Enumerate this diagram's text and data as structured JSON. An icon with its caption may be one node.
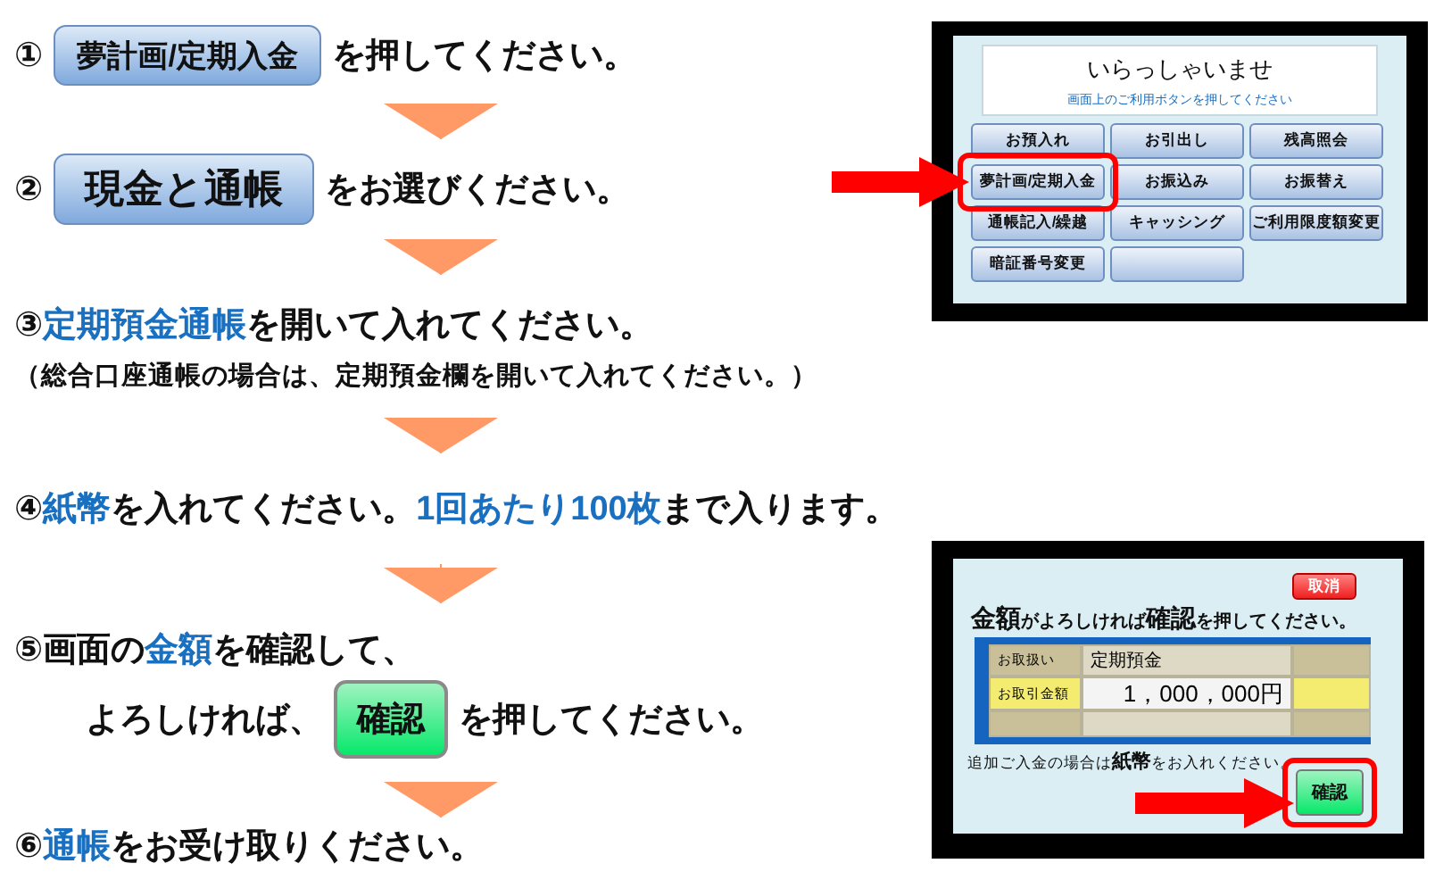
{
  "diagram": {
    "nodes": [
      {
        "text": [
          "①",
          "を押してください。"
        ]
      },
      {
        "text": [
          "夢計画/定期入金"
        ],
        "in": 0
      },
      {
        "text": [
          "②",
          "をお選びください。"
        ]
      },
      {
        "text": [
          "現金と通帳"
        ],
        "in": 2
      },
      {
        "text": [
          "③**定期預金通帳**を開いて入れてください。",
          "（総合口座通帳の場合は、定期預金欄を開いて入れてください。）"
        ]
      },
      {
        "text": [
          "④**紙幣**を入れてください。**1回あたり100枚**まで入ります。"
        ]
      },
      {
        "text": [
          "⑤画面の**金額**を確認して、",
          "よろしければ、",
          "を押してください。"
        ]
      },
      {
        "text": [
          "確認"
        ],
        "in": 6
      },
      {
        "text": [
          "⑥**通帳**をお受け取りください。"
        ]
      },
      {
        "text": [
          "いらっしゃいませ",
          "画面上のご利用ボタンを押してください"
        ]
      },
      {
        "text": [
          "お預入れ"
        ],
        "in": 9
      },
      {
        "text": [
          "お引出し"
        ],
        "in": 9
      },
      {
        "text": [
          "残高照会"
        ],
        "in": 9
      },
      {
        "text": [
          "夢計画/定期入金"
        ],
        "in": 9
      },
      {
        "text": [
          "お振込み"
        ],
        "in": 9
      },
      {
        "text": [
          "お振替え"
        ],
        "in": 9
      },
      {
        "text": [
          "通帳記入/繰越"
        ],
        "in": 9
      },
      {
        "text": [
          "キャッシング"
        ],
        "in": 9
      },
      {
        "text": [
          "ご利用限度額変更"
        ],
        "in": 9
      },
      {
        "text": [
          "暗証番号変更"
        ],
        "in": 9
      },
      {
        "text": [],
        "shape": "box",
        "in": 9
      },
      {
        "text": [
          "**金額**がよろしければ**確認**を押してください。",
          "追加ご入金の場合は**紙幣**をお入れください。"
        ]
      },
      {
        "text": [
          "取消"
        ],
        "in": 21
      },
      {
        "text": [
          "確認"
        ],
        "in": 21
      }
    ],
    "edges": [
      {
        "from": 0,
        "to": 2,
        "arrow": "to"
      },
      {
        "from": 2,
        "to": 4,
        "arrow": "to"
      },
      {
        "from": 4,
        "to": 5,
        "arrow": "to"
      },
      {
        "from": 5,
        "to": 6,
        "arrow": "to"
      },
      {
        "from": 6,
        "to": 8,
        "arrow": "to"
      },
      {
        "from": null,
        "to": 13,
        "arrow": "to",
        "style": "thick",
        "color": "#ff0000"
      },
      {
        "from": null,
        "to": 23,
        "arrow": "to",
        "style": "thick",
        "color": "#ff0000"
      }
    ],
    "labels": [
      "お取扱い",
      "定期預金",
      "お取引金額",
      "1，000，000円"
    ]
  }
}
